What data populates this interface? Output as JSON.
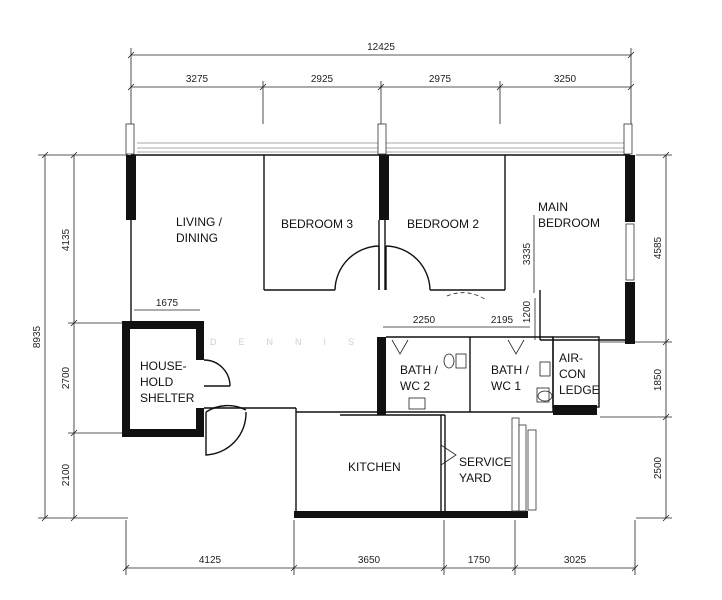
{
  "dimensions": {
    "overall_top": "12425",
    "top_segments": [
      "3275",
      "2925",
      "2975",
      "3250"
    ],
    "left_total": "8935",
    "left_segments": [
      "4135",
      "2700",
      "2100"
    ],
    "right_segments": [
      "4585",
      "1850",
      "2500"
    ],
    "bottom_segments": [
      "4125",
      "3650",
      "1750",
      "3025"
    ],
    "interior": {
      "shelter_width": "1675",
      "bath2_width": "2250",
      "bath1_width": "2195",
      "bath1_depth": "1200",
      "main_bedroom_depth": "3335"
    }
  },
  "rooms": {
    "living_dining": [
      "LIVING /",
      "DINING"
    ],
    "bedroom3": "BEDROOM 3",
    "bedroom2": "BEDROOM 2",
    "main_bedroom": [
      "MAIN",
      "BEDROOM"
    ],
    "household_shelter": [
      "HOUSE-",
      "HOLD",
      "SHELTER"
    ],
    "bath_wc2": [
      "BATH /",
      "WC 2"
    ],
    "bath_wc1": [
      "BATH /",
      "WC 1"
    ],
    "aircon_ledge": [
      "AIR-",
      "CON",
      "LEDGE"
    ],
    "kitchen": "KITCHEN",
    "service_yard": [
      "SERVICE",
      "YARD"
    ]
  },
  "watermark": "DENNIS"
}
